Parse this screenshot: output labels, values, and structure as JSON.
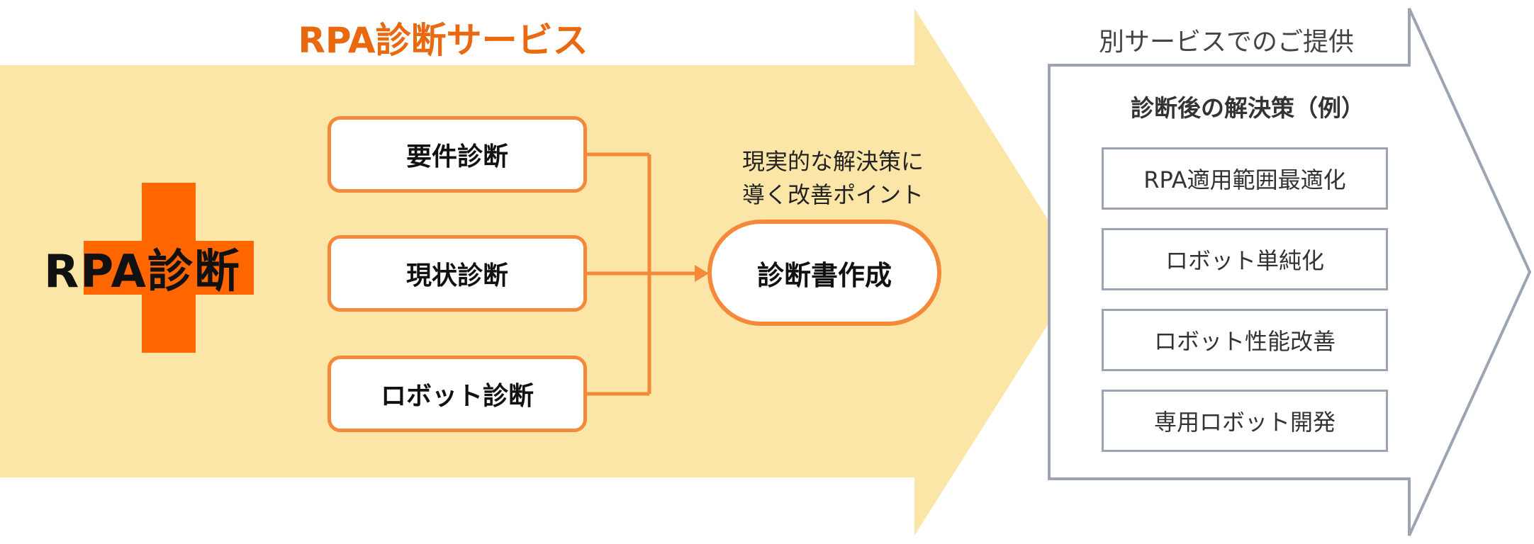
{
  "diagram": {
    "service_title": "RPA診断サービス",
    "logo_text": "RPA診断",
    "diagnoses": [
      "要件診断",
      "現状診断",
      "ロボット診断"
    ],
    "note_line1": "現実的な解決策に",
    "note_line2": "導く改善ポイント",
    "report": "診断書作成",
    "other_service_title": "別サービスでのご提供",
    "solutions_title": "診断後の解決策（例）",
    "solutions": [
      "RPA適用範囲最適化",
      "ロボット単純化",
      "ロボット性能改善",
      "専用ロボット開発"
    ],
    "colors": {
      "orange_text": "#e8690f",
      "logo_cross": "#ff6600",
      "box_border": "#f4893a",
      "arrow_fill": "#fbe6a8",
      "gray_border": "#9ca4b2"
    }
  }
}
